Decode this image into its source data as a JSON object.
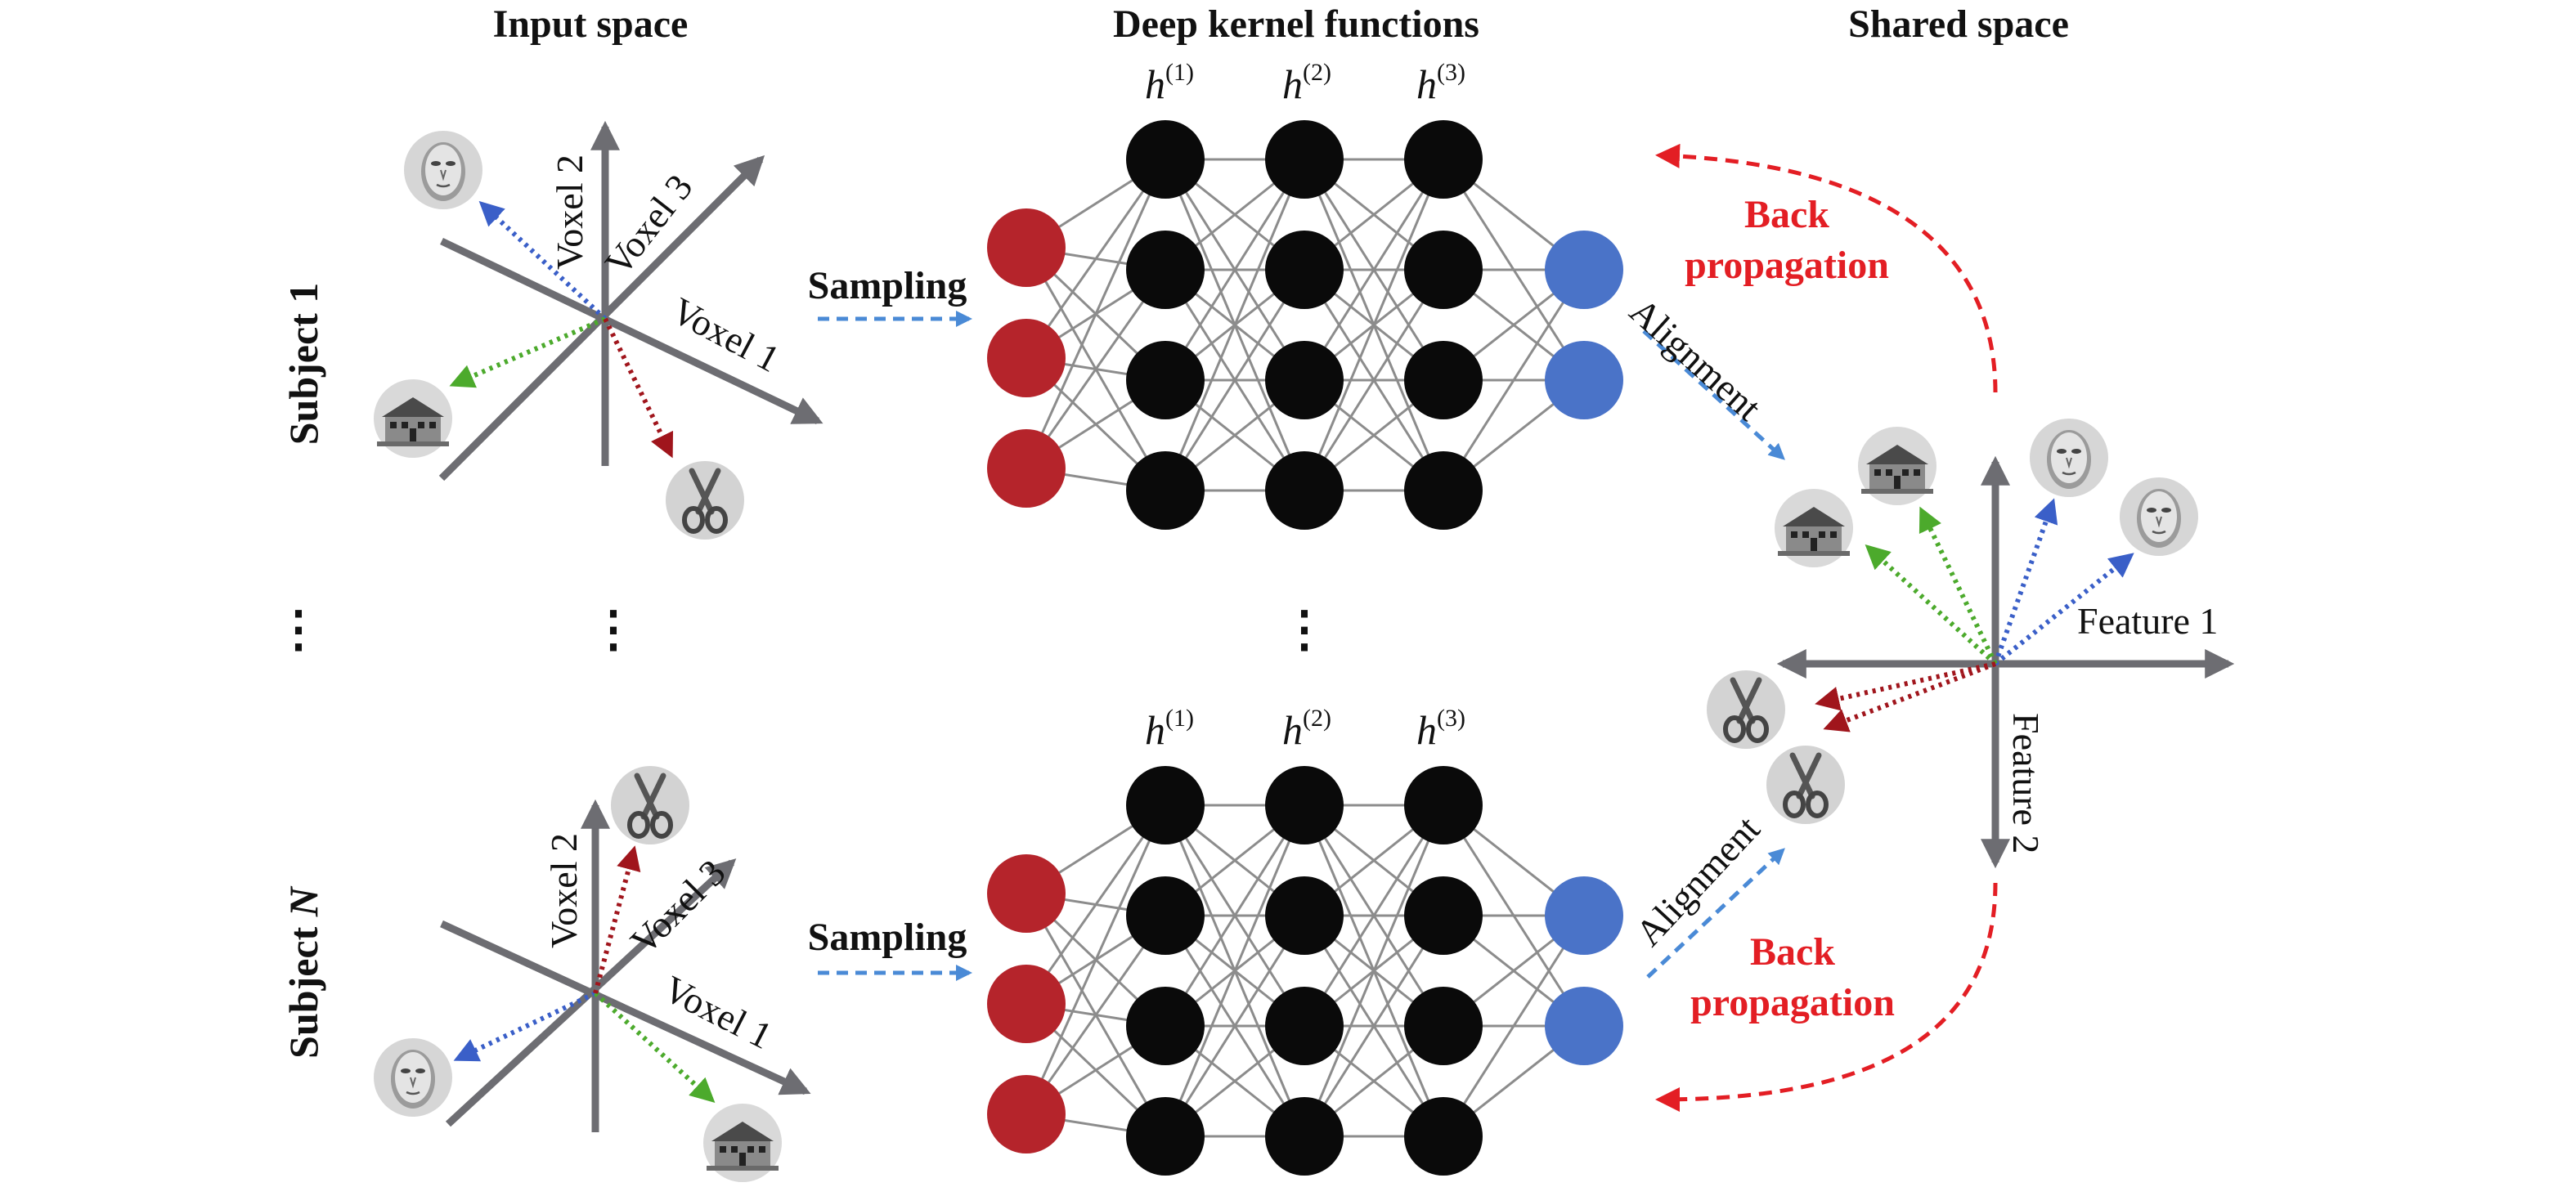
{
  "headers": {
    "input": "Input space",
    "kernel": "Deep kernel functions",
    "shared": "Shared space"
  },
  "subjects": {
    "first": "Subject 1",
    "last_prefix": "Subject ",
    "last_var": "N"
  },
  "axes": {
    "voxel1": "Voxel 1",
    "voxel2": "Voxel 2",
    "voxel3": "Voxel 3",
    "feature1": "Feature 1",
    "feature2": "Feature 2"
  },
  "labels": {
    "sampling": "Sampling",
    "alignment": "Alignment",
    "back": "Back",
    "propagation": "propagation",
    "ellipsis": "⋮"
  },
  "layers": {
    "h_letter": "h",
    "h1": "(1)",
    "h2": "(2)",
    "h3": "(3)"
  },
  "colors": {
    "input_node": "#b5242b",
    "hidden_node": "#0a0a0a",
    "output_node": "#4a73c8",
    "back_propagation": "#e31e24",
    "sampling_arrow": "#4a8ad6",
    "vector_face": "#3a5fc8",
    "vector_house": "#4caa2c",
    "vector_scissors": "#a0151c"
  },
  "icons": [
    "face-icon",
    "house-icon",
    "scissors-icon"
  ]
}
